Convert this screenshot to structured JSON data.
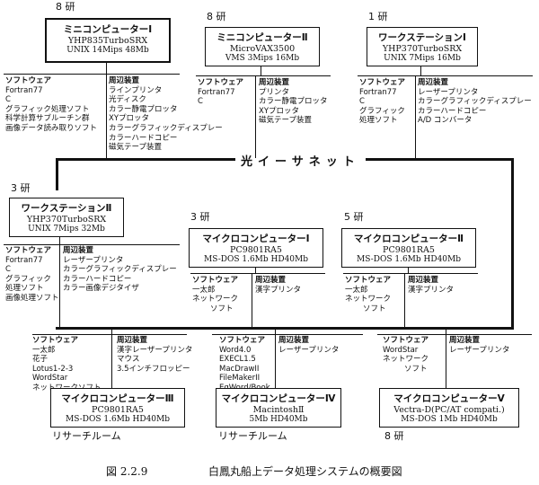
{
  "lab_tags": {
    "hub1": "8 研",
    "hub2": "8 研",
    "hub3": "1 研",
    "ws2": "3 研",
    "pc1": "3 研",
    "pc2": "5 研",
    "pc3": "リサーチルーム",
    "pc4": "リサーチルーム",
    "pc5": "8 研"
  },
  "network": {
    "label": "光イーサネット"
  },
  "machines": {
    "mini1": {
      "name": "ミニコンピューターⅠ",
      "model": "YHP835TurboSRX",
      "spec": "UNIX 14Mips 48Mb"
    },
    "mini2": {
      "name": "ミニコンピューターⅡ",
      "model": "MicroVAX3500",
      "spec": "VMS 3Mips 16Mb"
    },
    "ws1": {
      "name": "ワークステーションⅠ",
      "model": "YHP370TurboSRX",
      "spec": "UNIX 7Mips 16Mb"
    },
    "ws2": {
      "name": "ワークステーションⅡ",
      "model": "YHP370TurboSRX",
      "spec": "UNIX 7Mips 32Mb"
    },
    "pc1": {
      "name": "マイクロコンピューターⅠ",
      "model": "PC9801RA5",
      "spec": "MS-DOS 1.6Mb HD40Mb"
    },
    "pc2": {
      "name": "マイクロコンピューターⅡ",
      "model": "PC9801RA5",
      "spec": "MS-DOS 1.6Mb HD40Mb"
    },
    "pc3": {
      "name": "マイクロコンピューターⅢ",
      "model": "PC9801RA5",
      "spec": "MS-DOS 1.6Mb HD40Mb"
    },
    "pc4": {
      "name": "マイクロコンピューターⅣ",
      "model": "MacintoshⅡ",
      "spec": "5Mb HD40Mb"
    },
    "pc5": {
      "name": "マイクロコンピューターⅤ",
      "model": "Vectra-D(PC/AT compati.)",
      "spec": "MS-DOS 1Mb HD40Mb"
    }
  },
  "headers": {
    "software": "ソフトウェア",
    "peripherals": "周辺装置"
  },
  "software": {
    "mini1": [
      "Fortran77",
      "C",
      "グラフィック処理ソフト",
      "科学計算サブルーチン群",
      "画像データ読み取りソフト"
    ],
    "mini2": [
      "Fortran77",
      "C"
    ],
    "ws1": [
      "Fortran77",
      "C",
      "グラフィック",
      "処理ソフト"
    ],
    "ws2": [
      "Fortran77",
      "C",
      "グラフィック",
      "処理ソフト",
      "画像処理ソフト"
    ],
    "pc1": [
      "一太郎",
      "ネットワーク",
      "ソフト"
    ],
    "pc2": [
      "一太郎",
      "ネットワーク",
      "ソフト"
    ],
    "pc3": [
      "一太郎",
      "花子",
      "Lotus1-2-3",
      "WordStar",
      "ネットワークソフト"
    ],
    "pc4": [
      "Word4.0",
      "EXECL1.5",
      "MacDrawII",
      "FileMakerII",
      "EgWord/Book"
    ],
    "pc5": [
      "WordStar",
      "ネットワーク",
      "ソフト"
    ]
  },
  "peripherals": {
    "mini1": [
      "ラインプリンタ",
      "光ディスク",
      "カラー静電プロッタ",
      "XYプロッタ",
      "カラーグラフィックディスプレー",
      "カラーハードコピー",
      "磁気テープ装置"
    ],
    "mini2": [
      "プリンタ",
      "カラー静電プロッタ",
      "XYプロッタ",
      "磁気テープ装置"
    ],
    "ws1": [
      "レーザープリンタ",
      "カラーグラフィックディスプレー",
      "カラーハードコピー",
      "A/D コンバータ"
    ],
    "ws2": [
      "レーザープリンタ",
      "カラーグラフィックディスプレー",
      "カラーハードコピー",
      "カラー画像デジタイザ"
    ],
    "pc1": [
      "漢字プリンタ"
    ],
    "pc2": [
      "漢字プリンタ"
    ],
    "pc3": [
      "漢字レーザープリンタ",
      "マウス",
      "3.5インチフロッピー"
    ],
    "pc4": [
      "レーザープリンタ"
    ],
    "pc5": [
      "レーザープリンタ"
    ]
  },
  "caption": {
    "figure": "図 2.2.9",
    "title": "白鳳丸船上データ処理システムの概要図"
  }
}
